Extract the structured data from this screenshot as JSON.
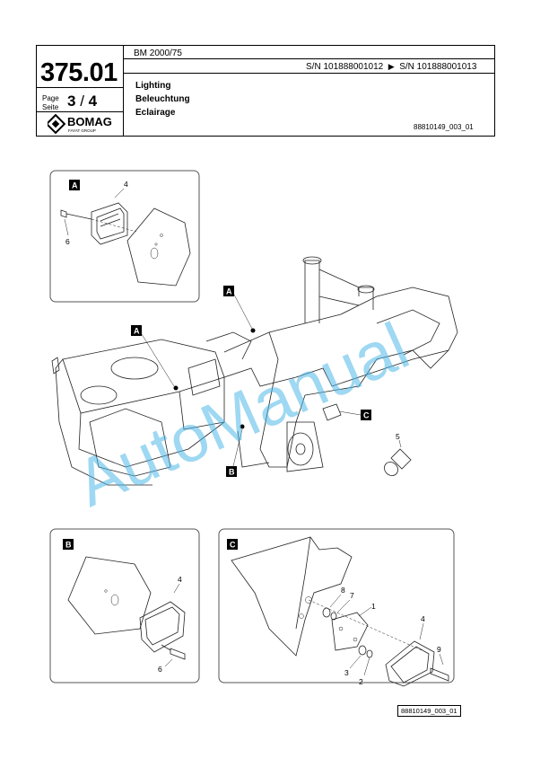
{
  "header": {
    "part_number": "375.01",
    "page_label": "Page",
    "seite_label": "Seite",
    "page_current": "3",
    "page_sep": "/",
    "page_total": "4",
    "brand": "BOMAG",
    "brand_sub": "FAYAT GROUP",
    "model": "BM 2000/75",
    "serial_from": "S/N 101888001012",
    "serial_arrow": "▶",
    "serial_to": "S/N 101888001013",
    "title_en": "Lighting",
    "title_de": "Beleuchtung",
    "title_fr": "Eclairage",
    "doc_id": "88810149_003_01"
  },
  "figure": {
    "detail_labels": [
      "A",
      "A",
      "A",
      "B",
      "B",
      "C",
      "C"
    ],
    "callouts": [
      "4",
      "6",
      "5",
      "4",
      "6",
      "8",
      "7",
      "1",
      "4",
      "3",
      "2",
      "9"
    ],
    "watermark": "AutoManual",
    "footer_id": "88810149_003_01"
  }
}
